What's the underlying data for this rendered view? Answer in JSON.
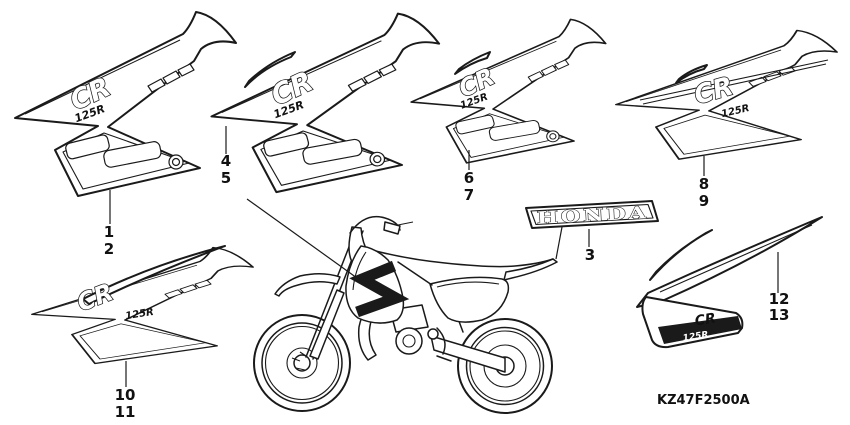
{
  "diagram": {
    "code": "KZ47F2500A",
    "brand": "HONDA",
    "logo_main": "CR",
    "logo_sub": "125R"
  },
  "callouts": {
    "c1": "1",
    "c2": "2",
    "c3": "3",
    "c4": "4",
    "c5": "5",
    "c6": "6",
    "c7": "7",
    "c8": "8",
    "c9": "9",
    "c10": "10",
    "c11": "11",
    "c12": "12",
    "c13": "13"
  }
}
